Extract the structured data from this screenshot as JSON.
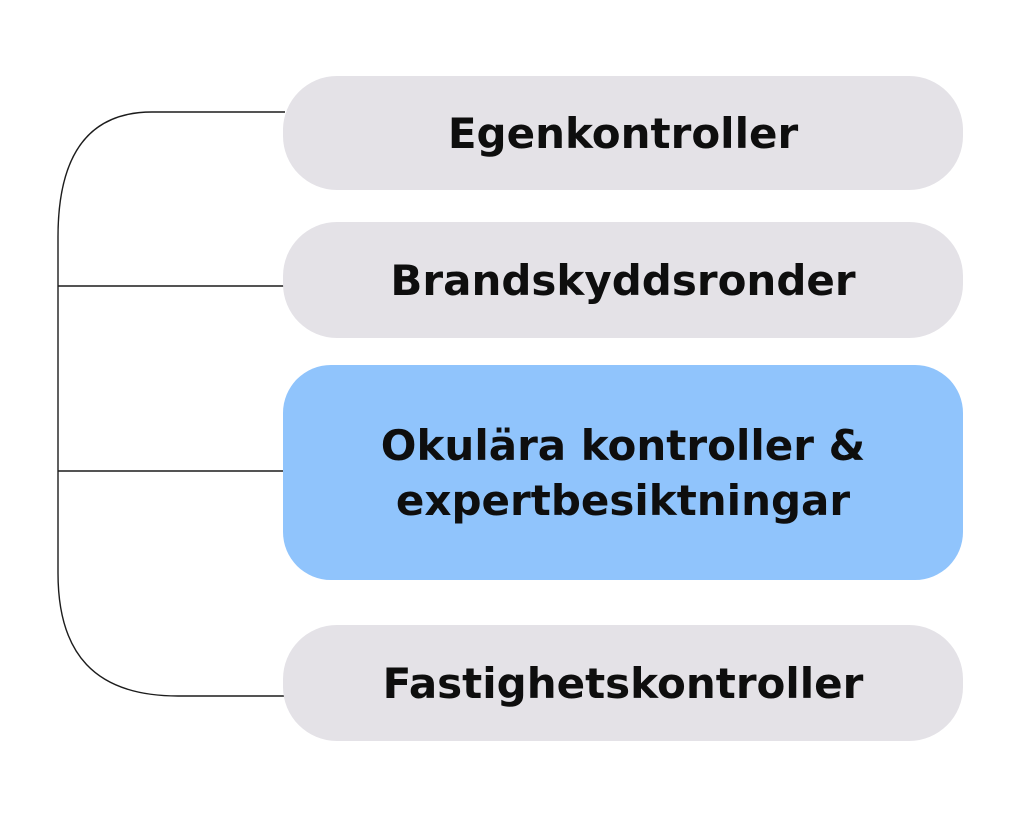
{
  "page": {
    "background_color": "#ffffff",
    "connector_color": "#1c1c1c",
    "text_color": "#0e0e0e"
  },
  "diagram": {
    "type": "bracket-flowchart",
    "node_colors": {
      "default": "#e4e2e7",
      "highlight": "#90c4fc"
    },
    "nodes": [
      {
        "id": "egenkontroller",
        "label": "Egenkontroller",
        "variant": "gray",
        "highlighted": false
      },
      {
        "id": "brandskyddsronder",
        "label": "Brandskyddsronder",
        "variant": "gray",
        "highlighted": false
      },
      {
        "id": "okulara-kontroller",
        "label": "Okulära kontroller &\nexpertbesiktningar",
        "variant": "blue",
        "highlighted": true
      },
      {
        "id": "fastighetskontroller",
        "label": "Fastighetskontroller",
        "variant": "gray",
        "highlighted": false
      }
    ]
  }
}
